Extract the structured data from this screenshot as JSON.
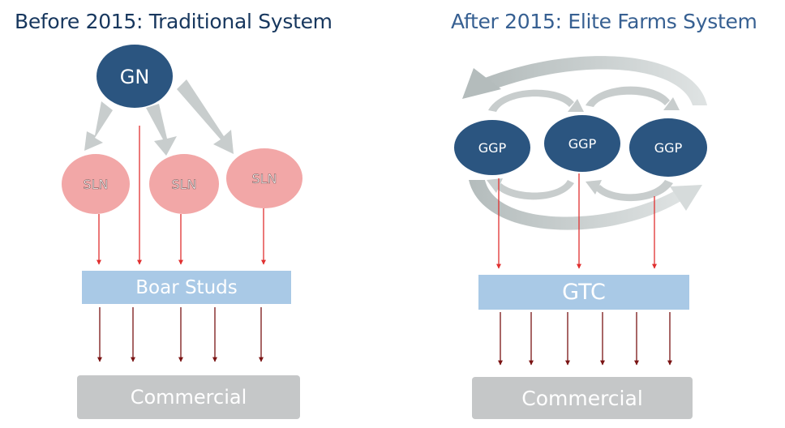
{
  "titles": {
    "left": "Before 2015: Traditional System",
    "right": "After 2015: Elite Farms System"
  },
  "left_system": {
    "top_node": "GN",
    "multiplier_nodes": [
      "SLN",
      "SLN",
      "SLN"
    ],
    "boar_studs": "Boar Studs",
    "commercial": "Commercial"
  },
  "right_system": {
    "nucleus_nodes": [
      "GGP",
      "GGP",
      "GGP"
    ],
    "gtc": "GTC",
    "commercial": "Commercial"
  },
  "colors": {
    "title_left": "#17375e",
    "title_right": "#376092",
    "nucleus_node": "#2b5580",
    "multiplier_node": "#f2a7a7",
    "box_blue": "#a9c9e6",
    "box_gray": "#c5c7c8",
    "arrow_red": "#e03030",
    "arrow_dark_red": "#7a1414",
    "flow_arrow_gray": "#c8cdcd"
  }
}
